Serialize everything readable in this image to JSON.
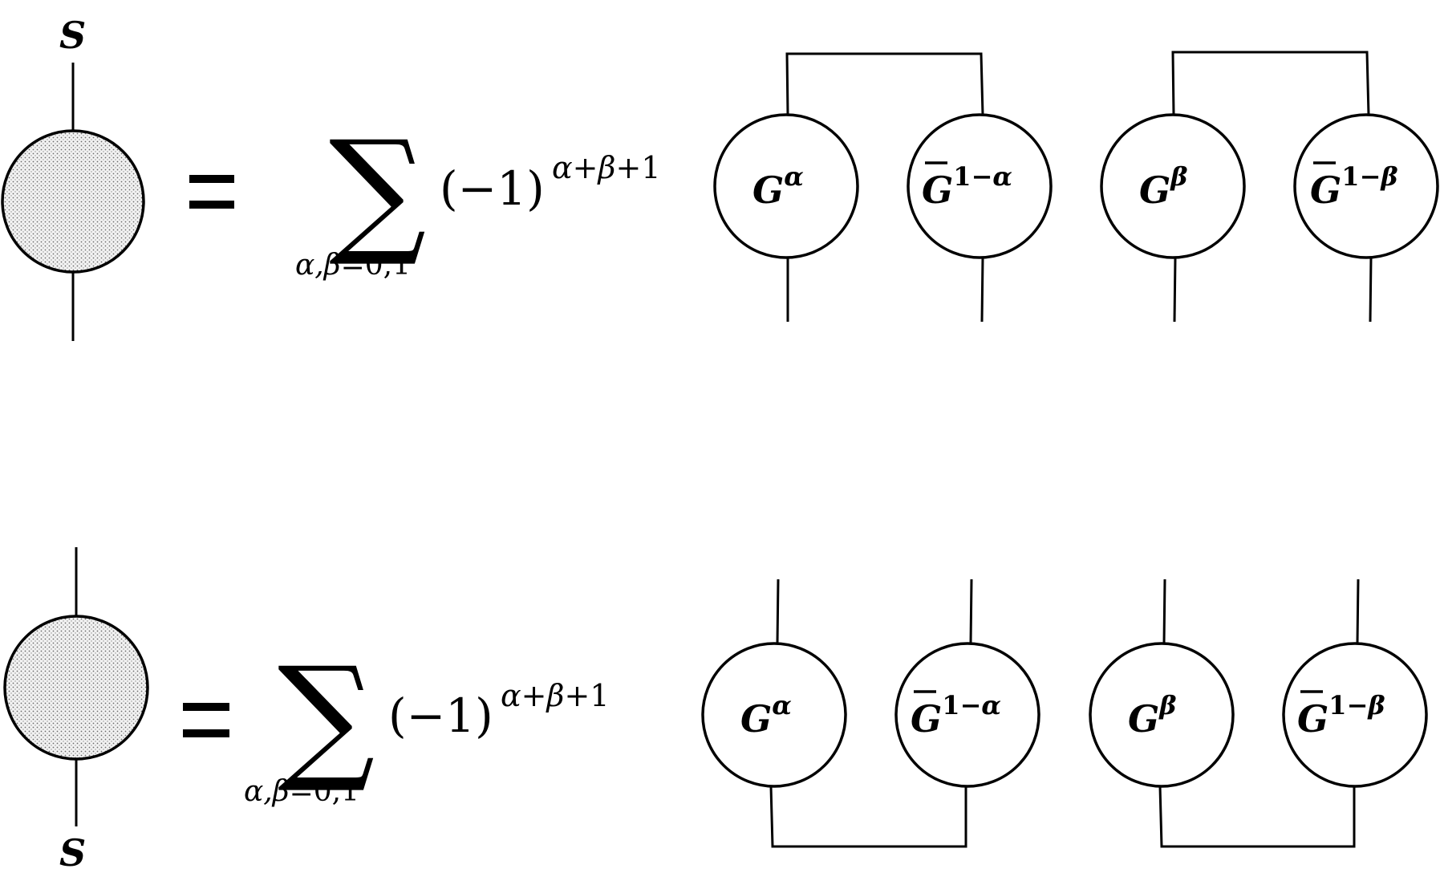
{
  "diagram": {
    "s_label": "S",
    "sum_symbol": "∑",
    "sum_index": {
      "vars": "α,β",
      "eq": "=0,1"
    },
    "sign_base": "(−1)",
    "sign_exponent": {
      "a": "α",
      "plus1": "+",
      "b": "β",
      "plus2": "+1"
    },
    "tensors": [
      {
        "base": "G",
        "sup": "α",
        "bar": false
      },
      {
        "base": "G",
        "sup_num": "1−",
        "sup": "α",
        "bar": true
      },
      {
        "base": "G",
        "sup": "β",
        "bar": false
      },
      {
        "base": "G",
        "sup_num": "1−",
        "sup": "β",
        "bar": true
      }
    ]
  }
}
